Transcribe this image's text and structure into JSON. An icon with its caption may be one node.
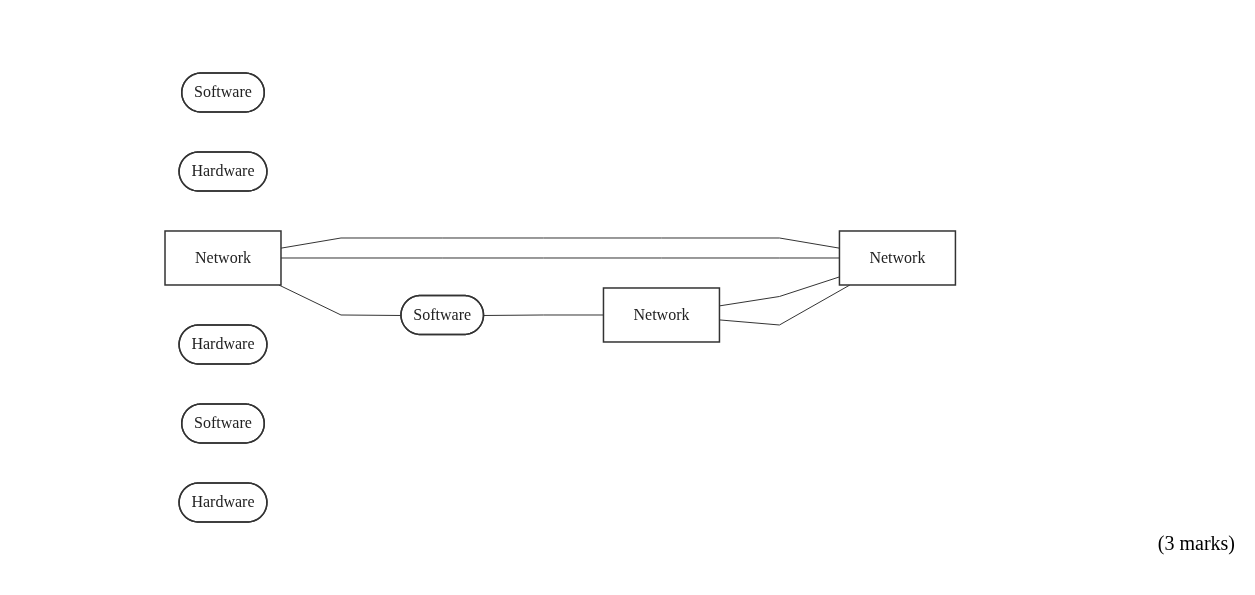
{
  "diagram": {
    "nodes": [
      {
        "text": [
          "Software"
        ]
      },
      {
        "text": [
          "Hardware"
        ]
      },
      {
        "text": [
          "Network"
        ]
      },
      {
        "text": [
          "Software"
        ]
      },
      {
        "text": [
          "Hardware"
        ]
      },
      {
        "text": [
          "Network"
        ]
      },
      {
        "text": [
          "Software"
        ]
      },
      {
        "text": [
          "Hardware"
        ]
      },
      {
        "text": [
          "Network"
        ]
      }
    ],
    "edges": [
      {
        "from": 2,
        "to": 3,
        "arrow": "none"
      },
      {
        "from": 3,
        "to": 8,
        "arrow": "none"
      },
      {
        "from": 2,
        "to": 5,
        "arrow": "none"
      },
      {
        "from": 2,
        "to": 5,
        "arrow": "none"
      },
      {
        "from": 8,
        "to": 5,
        "arrow": "none"
      },
      {
        "from": 8,
        "to": 5,
        "arrow": "none"
      }
    ],
    "labels": [
      "(3 marks)"
    ]
  }
}
